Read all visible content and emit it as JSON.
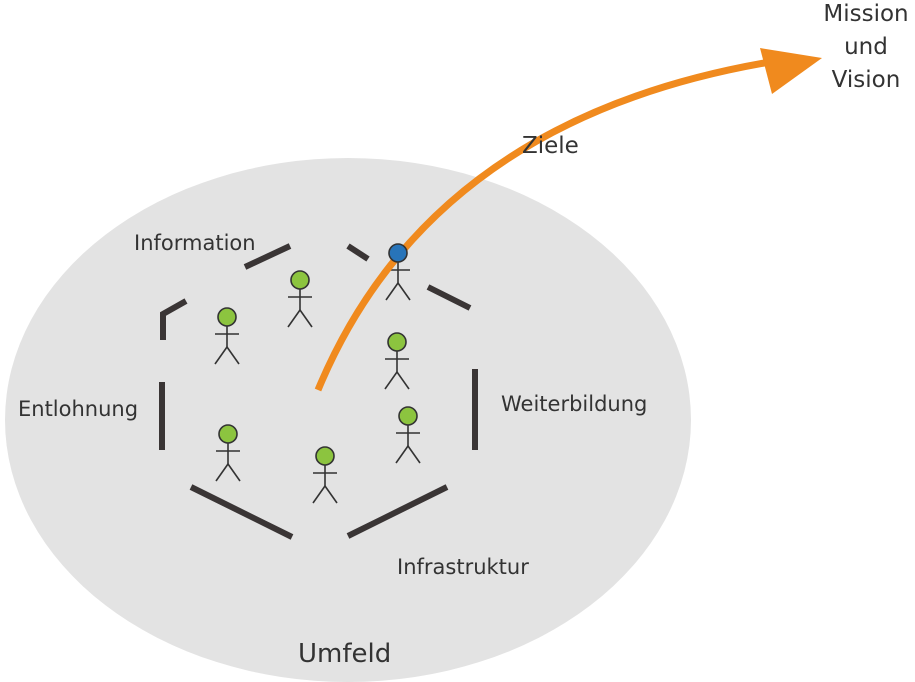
{
  "labels": {
    "information": "Information",
    "weiterbildung": "Weiterbildung",
    "infrastruktur": "Infrastruktur",
    "entlohnung": "Entlohnung",
    "umfeld": "Umfeld",
    "ziele": "Ziele",
    "mission_line1": "Mission",
    "mission_line2": "und",
    "mission_line3": "Vision"
  },
  "colors": {
    "ellipse_fill": "#e3e3e3",
    "frame_stroke": "#3a3535",
    "arrow": "#f08a1e",
    "person_head": "#8cc43f",
    "highlight_head": "#2874b9",
    "figure_stroke": "#333333",
    "text": "#333333"
  },
  "people": {
    "regular_count": 6,
    "highlighted_count": 1
  }
}
